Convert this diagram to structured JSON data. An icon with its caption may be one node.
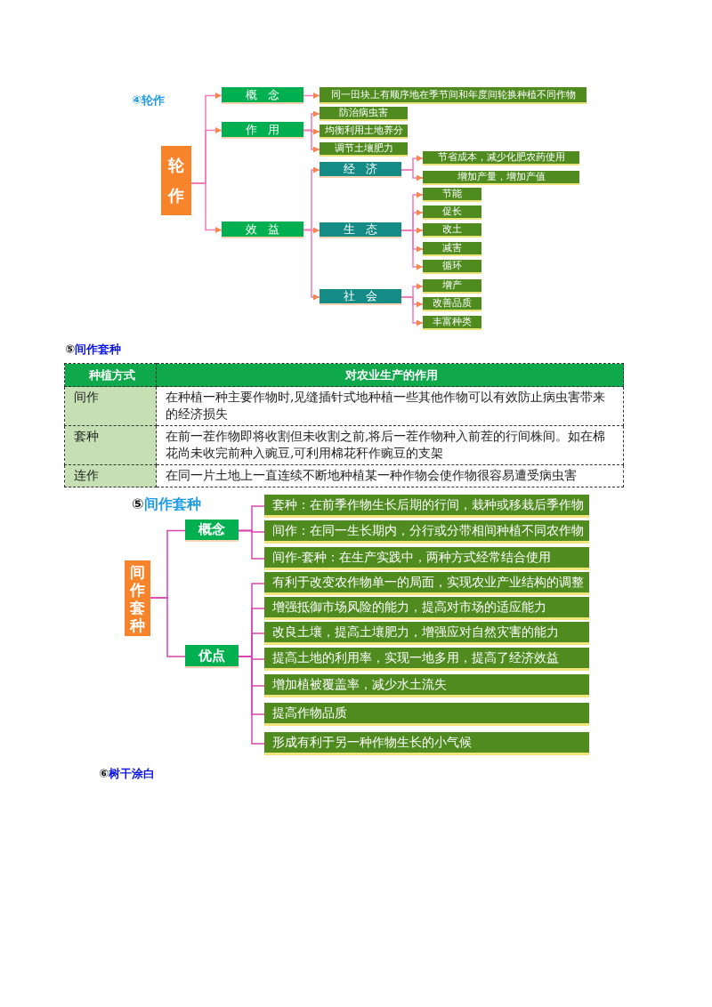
{
  "diagram": {
    "nodes": [
      {
        "text": [
          "轮作"
        ]
      },
      {
        "text": [
          "概念"
        ]
      },
      {
        "text": [
          "同一田块上有顺序地在季节间和年度间轮换种植不同作物"
        ]
      },
      {
        "text": [
          "作用"
        ]
      },
      {
        "text": [
          "防治病虫害"
        ]
      },
      {
        "text": [
          "均衡利用土地养分"
        ]
      },
      {
        "text": [
          "调节土壤肥力"
        ]
      },
      {
        "text": [
          "效益"
        ]
      },
      {
        "text": [
          "经济"
        ]
      },
      {
        "text": [
          "节省成本，减少化肥农药使用"
        ]
      },
      {
        "text": [
          "增加产量，增加产值"
        ]
      },
      {
        "text": [
          "生态"
        ]
      },
      {
        "text": [
          "节能"
        ]
      },
      {
        "text": [
          "促长"
        ]
      },
      {
        "text": [
          "改土"
        ]
      },
      {
        "text": [
          "减害"
        ]
      },
      {
        "text": [
          "循环"
        ]
      },
      {
        "text": [
          "社会"
        ]
      },
      {
        "text": [
          "增产"
        ]
      },
      {
        "text": [
          "改善品质"
        ]
      },
      {
        "text": [
          "丰富种类"
        ]
      },
      {
        "text": [
          "间作套种"
        ]
      },
      {
        "text": [
          "概念"
        ]
      },
      {
        "text": [
          "套种：在前季作物生长后期的行间，栽种或移栽后季作物"
        ]
      },
      {
        "text": [
          "间作：在同一生长期内，分行或分带相间种植不同农作物"
        ]
      },
      {
        "text": [
          "间作-套种：在生产实践中，两种方式经常结合使用"
        ]
      },
      {
        "text": [
          "优点"
        ]
      },
      {
        "text": [
          "有利于改变农作物单一的局面，实现农业产业结构的调整"
        ]
      },
      {
        "text": [
          "增强抵御市场风险的能力，提高对市场的适应能力"
        ]
      },
      {
        "text": [
          "改良土壤，提高土壤肥力，增强应对自然灾害的能力"
        ]
      },
      {
        "text": [
          "提高土地的利用率，实现一地多用，提高了经济效益"
        ]
      },
      {
        "text": [
          "增加植被覆盖率，减少水土流失"
        ]
      },
      {
        "text": [
          "提高作物品质"
        ]
      },
      {
        "text": [
          "形成有利于另一种作物生长的小气候"
        ]
      }
    ],
    "edges": [
      {
        "from": 0,
        "to": 1,
        "arrow": "to"
      },
      {
        "from": 0,
        "to": 3,
        "arrow": "to"
      },
      {
        "from": 0,
        "to": 7,
        "arrow": "to"
      },
      {
        "from": 1,
        "to": 2,
        "arrow": "to"
      },
      {
        "from": 3,
        "to": 4,
        "arrow": "to"
      },
      {
        "from": 3,
        "to": 5,
        "arrow": "to"
      },
      {
        "from": 3,
        "to": 6,
        "arrow": "to"
      },
      {
        "from": 7,
        "to": 8,
        "arrow": "to"
      },
      {
        "from": 7,
        "to": 11,
        "arrow": "to"
      },
      {
        "from": 7,
        "to": 17,
        "arrow": "to"
      },
      {
        "from": 8,
        "to": 9,
        "arrow": "to"
      },
      {
        "from": 8,
        "to": 10,
        "arrow": "to"
      },
      {
        "from": 11,
        "to": 12,
        "arrow": "to"
      },
      {
        "from": 11,
        "to": 13,
        "arrow": "to"
      },
      {
        "from": 11,
        "to": 14,
        "arrow": "to"
      },
      {
        "from": 11,
        "to": 15,
        "arrow": "to"
      },
      {
        "from": 11,
        "to": 16,
        "arrow": "to"
      },
      {
        "from": 17,
        "to": 18,
        "arrow": "to"
      },
      {
        "from": 17,
        "to": 19,
        "arrow": "to"
      },
      {
        "from": 17,
        "to": 20,
        "arrow": "to"
      },
      {
        "from": 21,
        "to": 22,
        "arrow": "none",
        "color": "#d946b0"
      },
      {
        "from": 21,
        "to": 26,
        "arrow": "none",
        "color": "#d946b0"
      },
      {
        "from": 22,
        "to": 23,
        "arrow": "none",
        "color": "#d946b0"
      },
      {
        "from": 22,
        "to": 24,
        "arrow": "none",
        "color": "#d946b0"
      },
      {
        "from": 22,
        "to": 25,
        "arrow": "none",
        "color": "#d946b0"
      },
      {
        "from": 26,
        "to": 27,
        "arrow": "none",
        "color": "#d946b0"
      },
      {
        "from": 26,
        "to": 28,
        "arrow": "none",
        "color": "#d946b0"
      },
      {
        "from": 26,
        "to": 29,
        "arrow": "none",
        "color": "#d946b0"
      },
      {
        "from": 26,
        "to": 30,
        "arrow": "none",
        "color": "#d946b0"
      },
      {
        "from": 26,
        "to": 31,
        "arrow": "none",
        "color": "#d946b0"
      },
      {
        "from": 26,
        "to": 32,
        "arrow": "none",
        "color": "#d946b0"
      },
      {
        "from": 26,
        "to": 33,
        "arrow": "none",
        "color": "#d946b0"
      }
    ],
    "labels": [
      "④轮作",
      "⑤间作套种",
      "种植方式",
      "对农业生产的作用",
      "间作",
      "在种植一种主要作物时,见缝插针式地种植一些其他作物可以有效防止病虫害带来的经济损失",
      "套种",
      "在前一茬作物即将收割但未收割之前,将后一茬作物种入前茬的行间株间。如在棉花尚未收完前种入豌豆,可利用棉花秆作豌豆的支架",
      "连作",
      "在同一片土地上一直连续不断地种植某一种作物会使作物很容易遭受病虫害",
      "⑤间作套种",
      "⑥树干涂白"
    ]
  }
}
